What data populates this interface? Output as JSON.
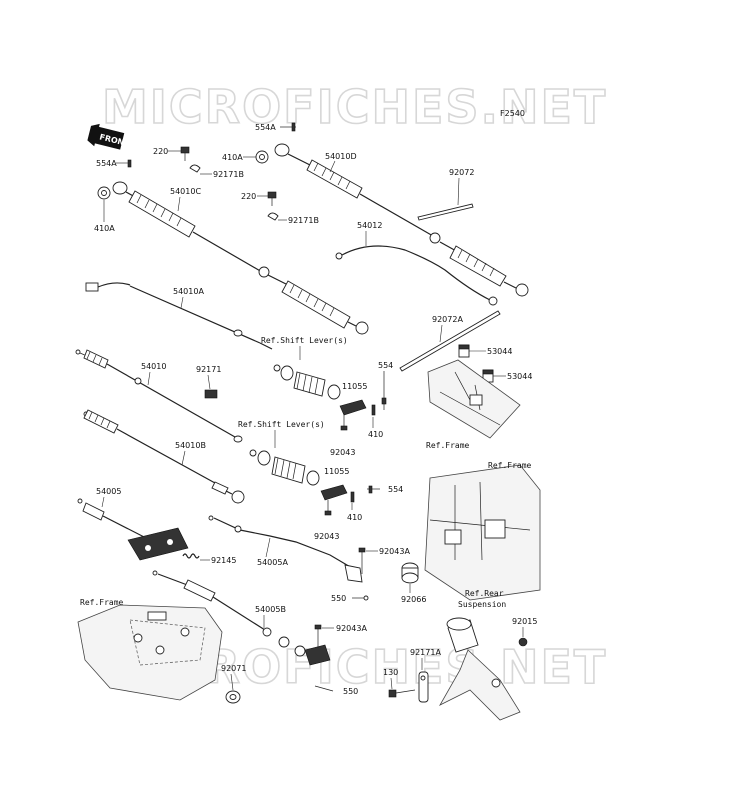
{
  "diagram": {
    "code": "F2540",
    "watermark": "MICROFICHES.NET",
    "front_label": "FRONT"
  },
  "labels": {
    "p554a_top": "554A",
    "p554a_left": "554A",
    "p220_a": "220",
    "p220_b": "220",
    "p410a_a": "410A",
    "p410a_b": "410A",
    "p92171b_a": "92171B",
    "p92171b_b": "92171B",
    "p54010d": "54010D",
    "p54010c": "54010C",
    "p92072": "92072",
    "p54012": "54012",
    "p54010a": "54010A",
    "p92072a": "92072A",
    "p53044_a": "53044",
    "p53044_b": "53044",
    "p54010": "54010",
    "p92171": "92171",
    "ref_shift_1": "Ref.Shift Lever(s)",
    "p11055_a": "11055",
    "p554_a": "554",
    "p410_a": "410",
    "p92043_a": "92043",
    "ref_frame_1": "Ref.Frame",
    "ref_shift_2": "Ref.Shift Lever(s)",
    "p54010b": "54010B",
    "p11055_b": "11055",
    "p554_b": "554",
    "p410_b": "410",
    "p92043_b": "92043",
    "p54005": "54005",
    "ref_frame_2": "Ref.Frame",
    "p92043a_a": "92043A",
    "p92145": "92145",
    "p54005a": "54005A",
    "p92066": "92066",
    "p550_a": "550",
    "ref_frame_3": "Ref.Frame",
    "ref_rear_1": "Ref.Rear",
    "ref_rear_2": "Suspension",
    "p54005b": "54005B",
    "p92043a_b": "92043A",
    "p92015": "92015",
    "p92071": "92071",
    "p130": "130",
    "p92171a": "92171A",
    "p550_b": "550"
  }
}
